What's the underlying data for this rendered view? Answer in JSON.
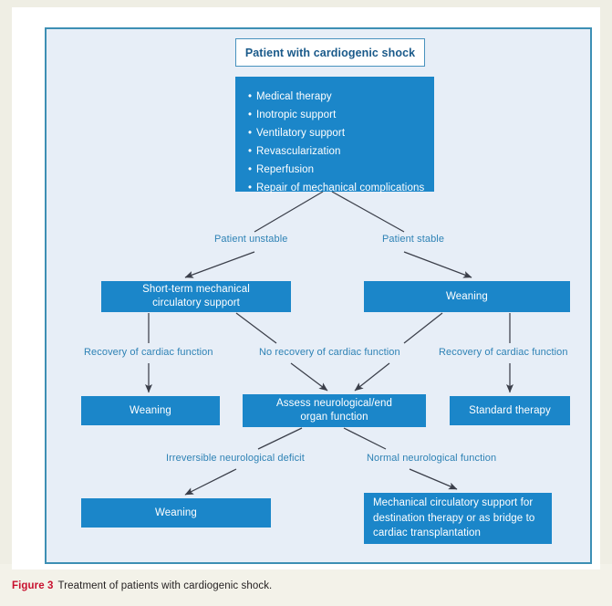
{
  "caption": {
    "figure_label": "Figure 3",
    "text": "Treatment of patients with cardiogenic shock."
  },
  "colors": {
    "node_blue": "#1b86c9",
    "panel_bg": "#e7eef7",
    "panel_border": "#3d8fb4",
    "label_blue": "#2e82b5",
    "title_text": "#1a5a8a",
    "figure_label_red": "#c8102e",
    "page_cream": "#efeee4",
    "arrow": "#3b3f4a"
  },
  "chart_data": {
    "type": "diagram",
    "title": "Treatment of patients with cardiogenic shock",
    "nodes": [
      {
        "id": "title",
        "label": "Patient with cardiogenic shock",
        "style": "outline"
      },
      {
        "id": "therapies",
        "label": "Medical therapy; Inotropic support; Ventilatory support; Revascularization; Reperfusion; Repair of mechanical complications",
        "style": "filled-list"
      },
      {
        "id": "stmcs",
        "label": "Short-term mechanical circulatory support",
        "style": "filled"
      },
      {
        "id": "weaning1",
        "label": "Weaning",
        "style": "filled"
      },
      {
        "id": "weaning2",
        "label": "Weaning",
        "style": "filled"
      },
      {
        "id": "assess",
        "label": "Assess neurological/end organ function",
        "style": "filled"
      },
      {
        "id": "standard",
        "label": "Standard therapy",
        "style": "filled"
      },
      {
        "id": "weaning3",
        "label": "Weaning",
        "style": "filled"
      },
      {
        "id": "mcsdest",
        "label": "Mechanical circulatory support for destination therapy or as bridge to cardiac transplantation",
        "style": "filled"
      }
    ],
    "edges": [
      {
        "from": "therapies",
        "to": "stmcs",
        "label": "Patient unstable"
      },
      {
        "from": "therapies",
        "to": "weaning1",
        "label": "Patient stable"
      },
      {
        "from": "stmcs",
        "to": "weaning2",
        "label": "Recovery of cardiac function"
      },
      {
        "from": "stmcs",
        "to": "assess",
        "label": "No recovery of cardiac function"
      },
      {
        "from": "weaning1",
        "to": "assess",
        "label": "No recovery of cardiac function"
      },
      {
        "from": "weaning1",
        "to": "standard",
        "label": "Recovery of cardiac function"
      },
      {
        "from": "assess",
        "to": "weaning3",
        "label": "Irreversible neurological deficit"
      },
      {
        "from": "assess",
        "to": "mcsdest",
        "label": "Normal neurological function"
      }
    ]
  },
  "flow": {
    "title_box": "Patient with cardiogenic shock",
    "therapies": [
      "Medical therapy",
      "Inotropic support",
      "Ventilatory support",
      "Revascularization",
      "Reperfusion",
      "Repair of mechanical complications"
    ],
    "boxes": {
      "short_term_mcs_line1": "Short-term mechanical",
      "short_term_mcs_line2": "circulatory support",
      "weaning_1": "Weaning",
      "weaning_2": "Weaning",
      "assess_line1": "Assess neurological/end",
      "assess_line2": "organ function",
      "standard_therapy": "Standard therapy",
      "weaning_3": "Weaning",
      "mcs_destination_line1": "Mechanical circulatory support for",
      "mcs_destination_line2": "destination therapy or as bridge to",
      "mcs_destination_line3": "cardiac transplantation"
    },
    "edge_labels": {
      "patient_unstable": "Patient unstable",
      "patient_stable": "Patient stable",
      "recovery_left": "Recovery of cardiac function",
      "no_recovery": "No recovery of cardiac function",
      "recovery_right": "Recovery of cardiac function",
      "irreversible_deficit": "Irreversible neurological deficit",
      "normal_function": "Normal neurological function"
    }
  }
}
